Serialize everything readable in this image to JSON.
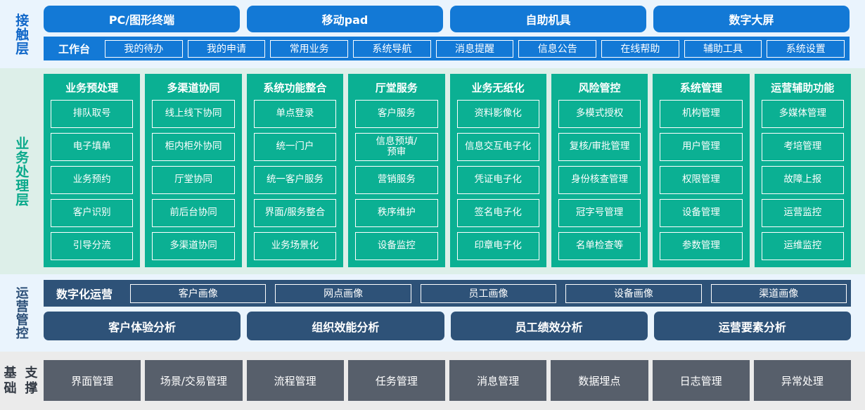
{
  "layers": {
    "contact": {
      "label": "接触层",
      "terminals": [
        "PC/图形终端",
        "移动pad",
        "自助机具",
        "数字大屏"
      ],
      "workbench_title": "工作台",
      "workbench_items": [
        "我的待办",
        "我的申请",
        "常用业务",
        "系统导航",
        "消息提醒",
        "信息公告",
        "在线帮助",
        "辅助工具",
        "系统设置"
      ]
    },
    "business": {
      "label": "业务处理层",
      "columns": [
        {
          "title": "业务预处理",
          "items": [
            "排队取号",
            "电子填单",
            "业务预约",
            "客户识别",
            "引导分流"
          ]
        },
        {
          "title": "多渠道协同",
          "items": [
            "线上线下协同",
            "柜内柜外协同",
            "厅堂协同",
            "前后台协同",
            "多渠道协同"
          ]
        },
        {
          "title": "系统功能整合",
          "items": [
            "单点登录",
            "统一门户",
            "统一客户服务",
            "界面/服务整合",
            "业务场景化"
          ]
        },
        {
          "title": "厅堂服务",
          "items": [
            "客户服务",
            "信息预填/\n预审",
            "营销服务",
            "秩序维护",
            "设备监控"
          ]
        },
        {
          "title": "业务无纸化",
          "items": [
            "资料影像化",
            "信息交互电子化",
            "凭证电子化",
            "签名电子化",
            "印章电子化"
          ]
        },
        {
          "title": "风险管控",
          "items": [
            "多模式授权",
            "复核/审批管理",
            "身份核查管理",
            "冠字号管理",
            "名单检查等"
          ]
        },
        {
          "title": "系统管理",
          "items": [
            "机构管理",
            "用户管理",
            "权限管理",
            "设备管理",
            "参数管理"
          ]
        },
        {
          "title": "运营辅助功能",
          "items": [
            "多媒体管理",
            "考培管理",
            "故障上报",
            "运营监控",
            "运维监控"
          ]
        }
      ]
    },
    "ops": {
      "label": "运营管控",
      "row1_title": "数字化运营",
      "row1_items": [
        "客户画像",
        "网点画像",
        "员工画像",
        "设备画像",
        "渠道画像"
      ],
      "row2_items": [
        "客户体验分析",
        "组织效能分析",
        "员工绩效分析",
        "运营要素分析"
      ]
    },
    "base": {
      "label_line1": "基础",
      "label_line2": "支撑",
      "items": [
        "界面管理",
        "场景/交易管理",
        "流程管理",
        "任务管理",
        "消息管理",
        "数据埋点",
        "日志管理",
        "异常处理"
      ]
    }
  },
  "colors": {
    "contact_bg": "#eaf4fd",
    "contact_accent": "#1379d6",
    "business_bg": "#ddefe9",
    "business_accent": "#0bb093",
    "ops_bg": "#eaf4fd",
    "ops_accent": "#2e5278",
    "base_bg": "#ebebeb",
    "base_accent": "#575f6b"
  }
}
